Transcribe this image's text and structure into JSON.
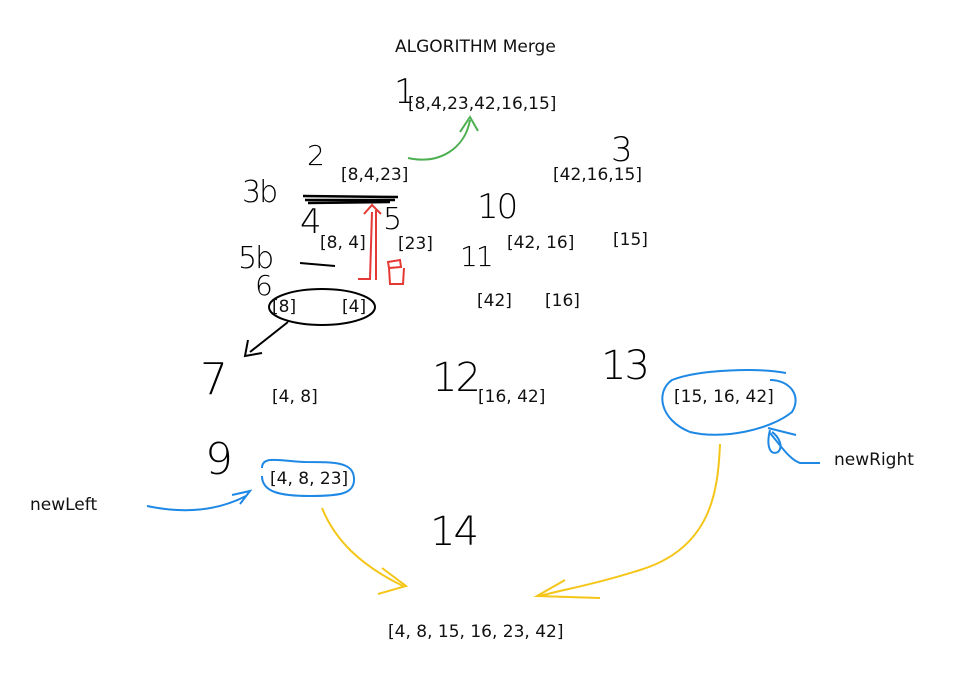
{
  "title": "ALGORITHM Merge",
  "arrays": {
    "a1": "[8,4,23,42,16,15]",
    "a2": "[8,4,23]",
    "a3": "[42,16,15]",
    "a4": "[8, 4]",
    "a5": "[23]",
    "a10": "[42, 16]",
    "a15": "[15]",
    "a6l": "[8]",
    "a6r": "[4]",
    "a11l": "[42]",
    "a11r": "[16]",
    "a7": "[4, 8]",
    "a12": "[16, 42]",
    "a13": "[15, 16, 42]",
    "a9": "[4, 8, 23]",
    "a14": "[4, 8, 15, 16, 23, 42]"
  },
  "labels": {
    "new_left": "newLeft",
    "new_right": "newRight"
  },
  "steps": {
    "s1": "1",
    "s2": "2",
    "s3": "3",
    "s3b": "3b",
    "s4": "4",
    "s5": "5",
    "s5b": "5b",
    "s6": "6",
    "s7": "7",
    "s9": "9",
    "s10": "10",
    "s11": "11",
    "s12": "12",
    "s13": "13",
    "s14": "14"
  },
  "colors": {
    "green": "#4caf50",
    "red": "#e53935",
    "blue": "#1e88e5",
    "yellow": "#f5c518",
    "ink": "#000000"
  }
}
